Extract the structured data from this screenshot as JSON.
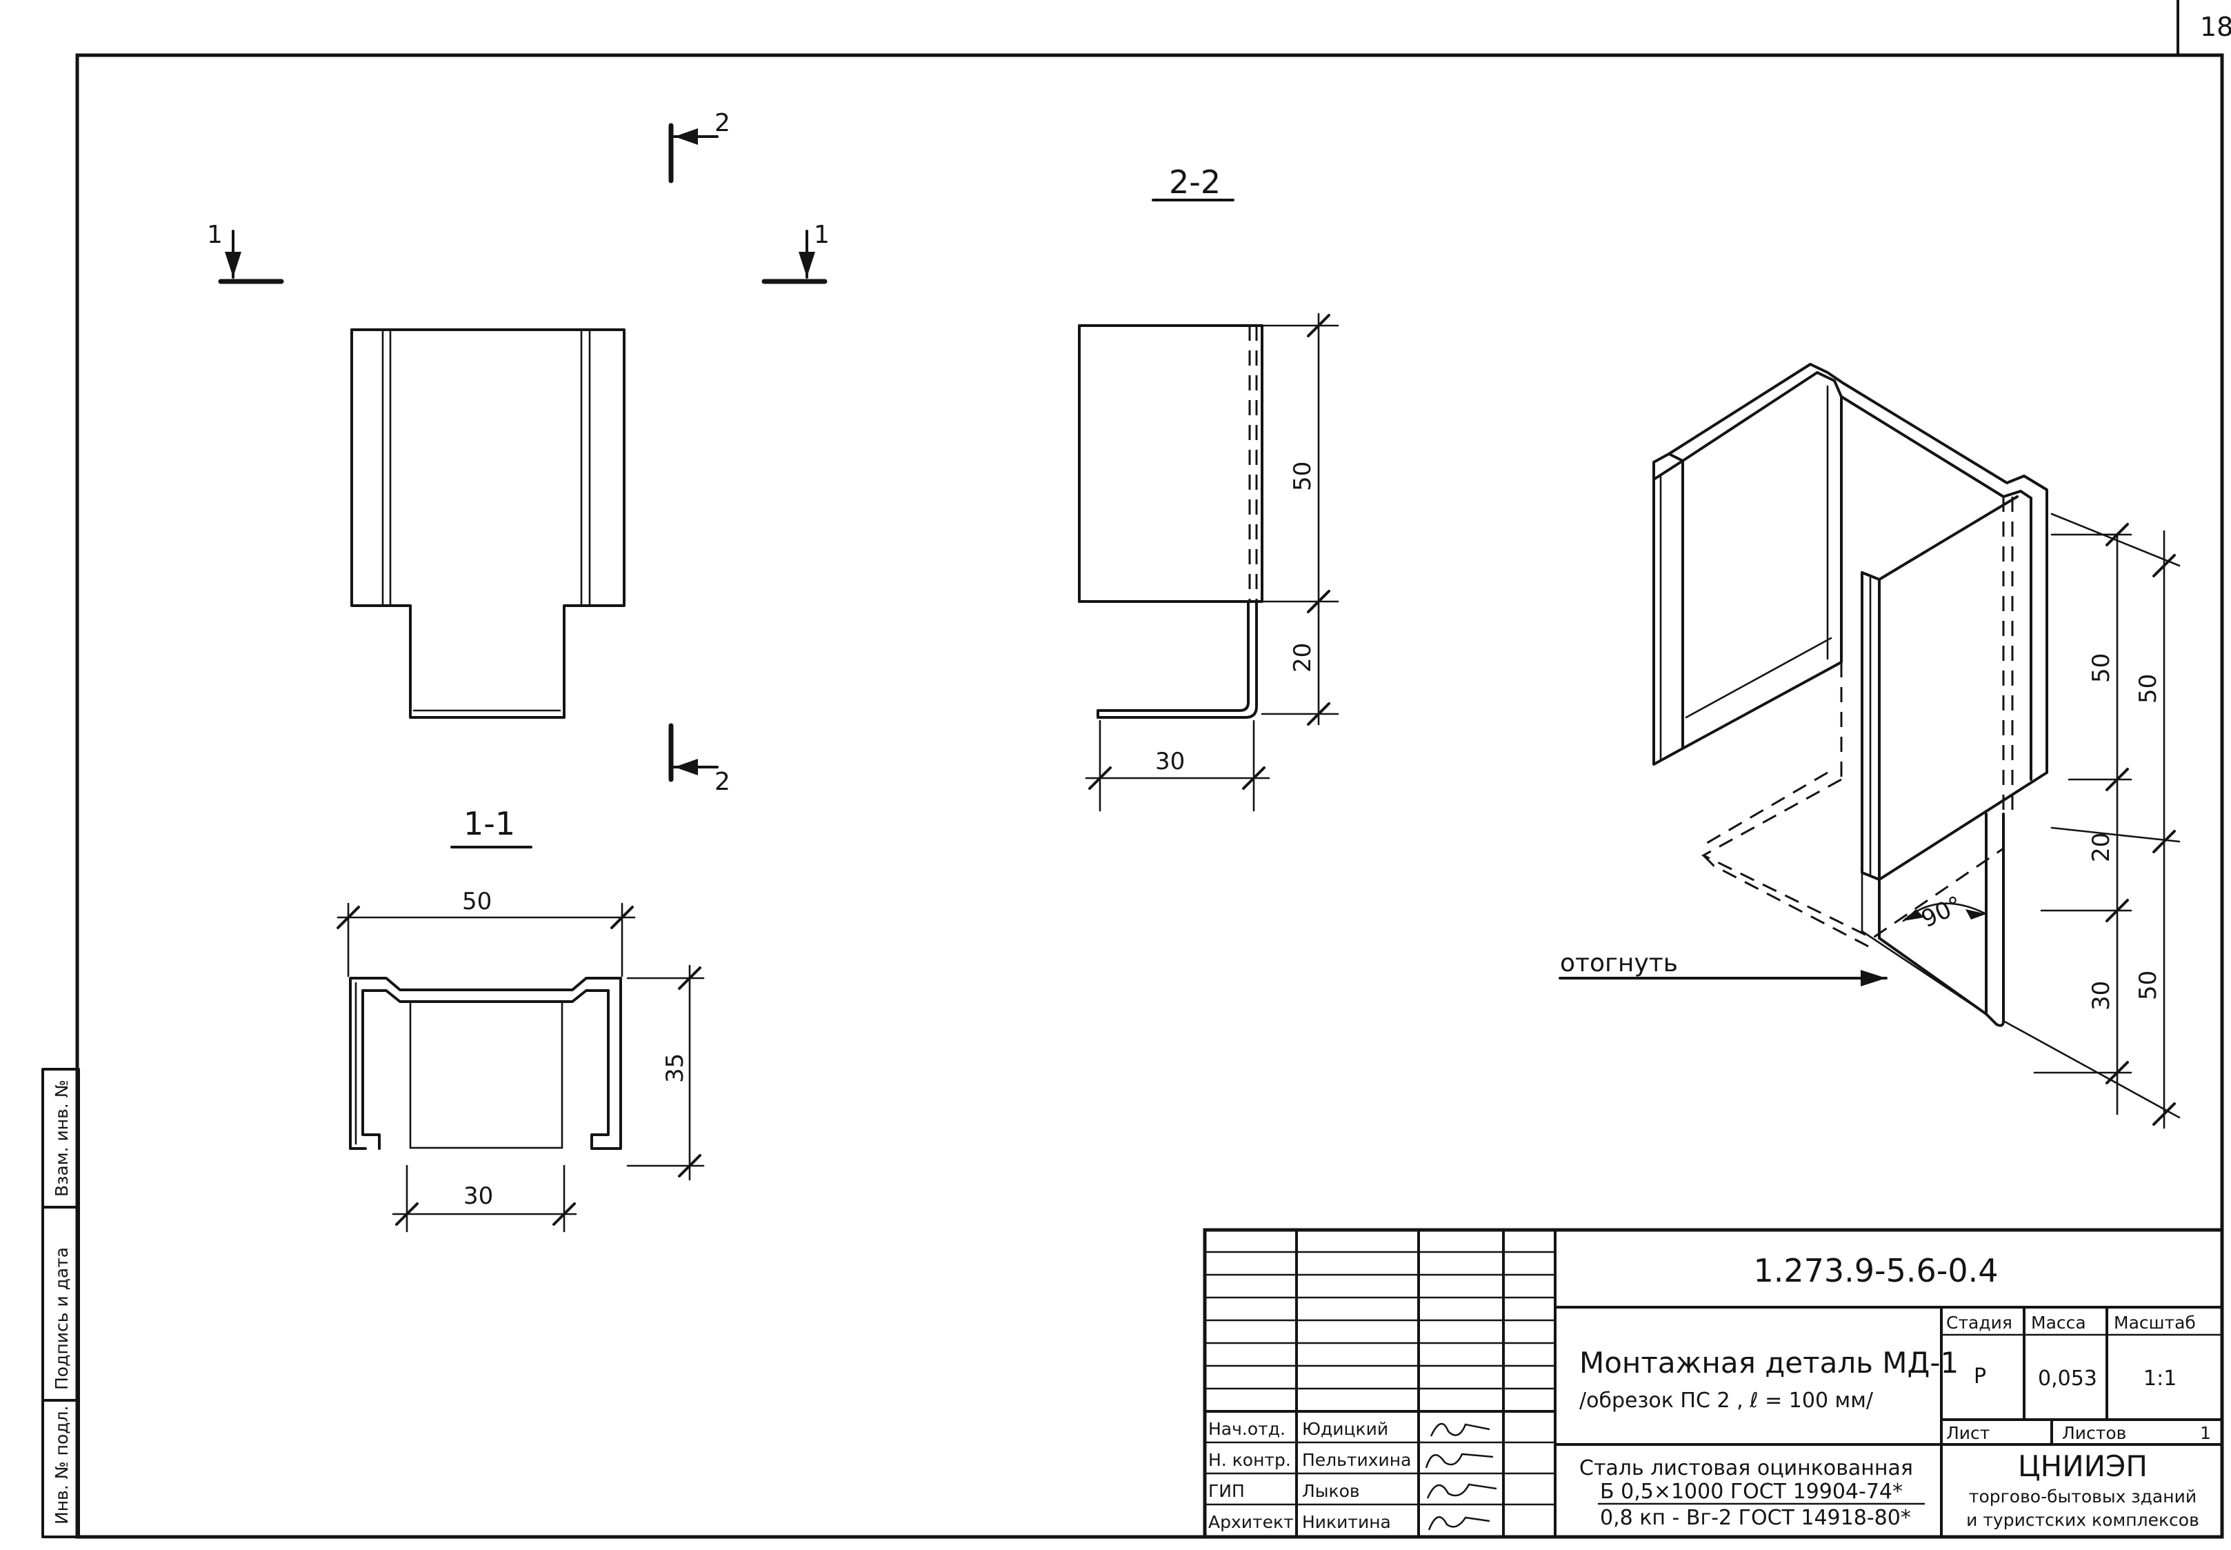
{
  "sheet_number": "18",
  "sections": {
    "section_2_title": "2-2",
    "section_1_title": "1-1",
    "cut_mark_1": "1",
    "cut_mark_2": "2"
  },
  "dimensions": {
    "sec22_upper": "50",
    "sec22_lower": "20",
    "sec22_flange": "30",
    "sec11_width": "50",
    "sec11_height": "35",
    "sec11_inner": "30",
    "iso_50_inner": "50",
    "iso_50_outer_top": "50",
    "iso_20": "20",
    "iso_30": "30",
    "iso_50_outer_bottom": "50",
    "iso_angle": "90°"
  },
  "annotations": {
    "bend_note": "отогнуть"
  },
  "side_stamp": {
    "inv_podl": "Инв. № подл.",
    "podpis_data": "Подпись и дата",
    "vzam_inv": "Взам. инв. №"
  },
  "title_block": {
    "doc_code": "1.273.9-5.6-0.4",
    "title_line1": "Монтажная деталь МД-1",
    "title_line2": "/обрезок ПС 2 , ℓ = 100 мм/",
    "stage_header": "Стадия",
    "mass_header": "Масса",
    "scale_header": "Масштаб",
    "stage_value": "Р",
    "mass_value": "0,053",
    "scale_value": "1:1",
    "sheet_label": "Лист",
    "sheets_label": "Листов",
    "sheets_value": "1",
    "material_line1": "Сталь листовая оцинкованная",
    "material_line2": "Б 0,5×1000   ГОСТ 19904-74*",
    "material_line3": "0,8 кп - Вг-2 ГОСТ 14918-80*",
    "org_line1": "ЦНИИЭП",
    "org_line2": "торгово-бытовых зданий",
    "org_line3": "и туристских комплексов",
    "signatures": [
      {
        "role": "Нач.отд.",
        "name": "Юдицкий"
      },
      {
        "role": "Н. контр.",
        "name": "Пельтихина"
      },
      {
        "role": "ГИП",
        "name": "Лыков"
      },
      {
        "role": "Архитект.",
        "name": "Никитина"
      }
    ]
  }
}
